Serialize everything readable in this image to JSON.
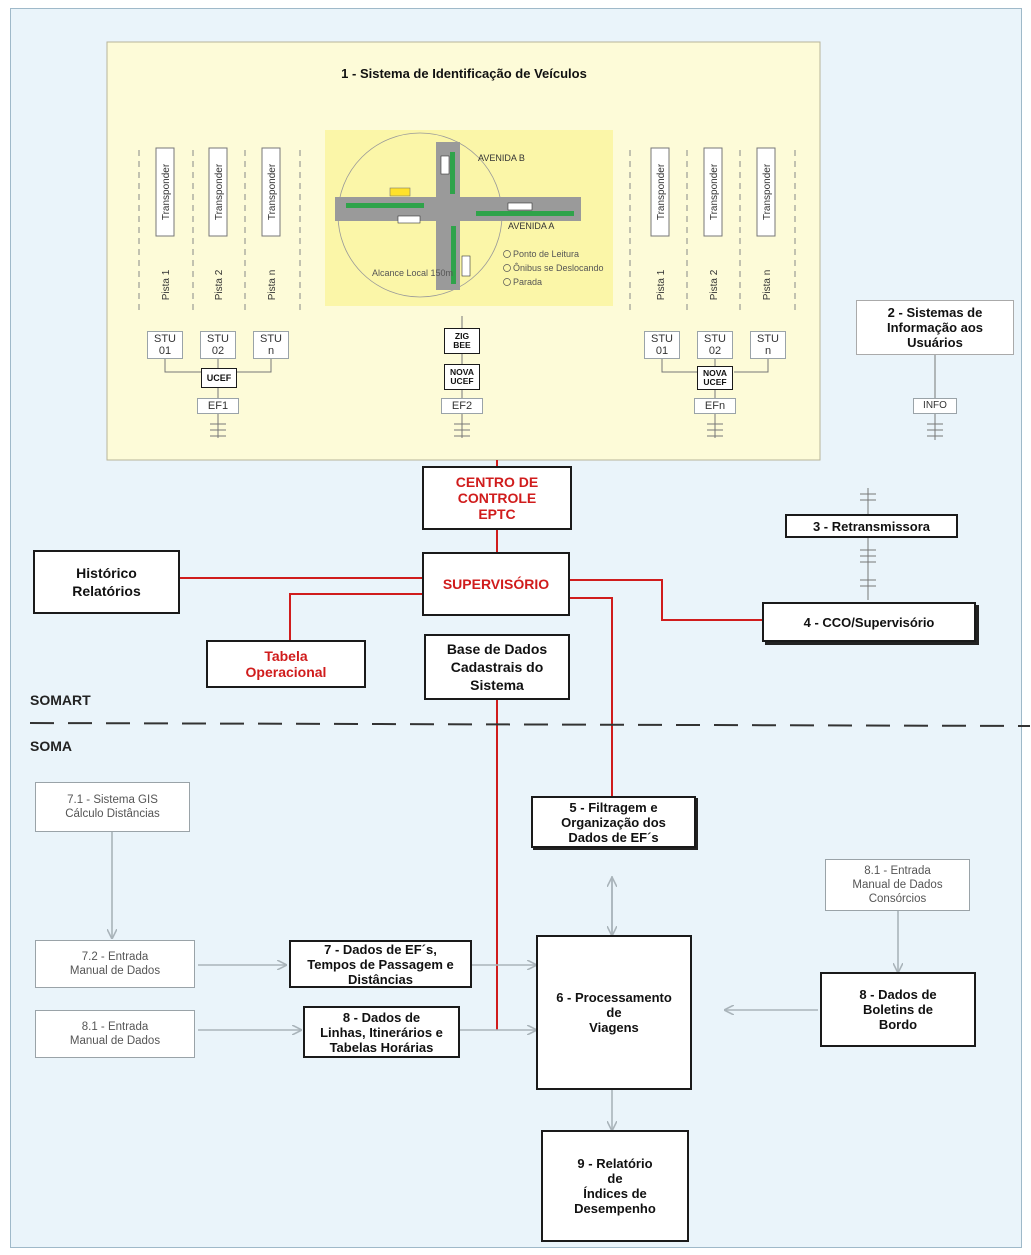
{
  "sections": {
    "upper": "SOMART",
    "lower": "SOMA"
  },
  "module1": {
    "title": "1 - Sistema de Identificação de Veículos",
    "transponder": "Transponder",
    "lanes": [
      "Pista 1",
      "Pista 2",
      "Pista n"
    ],
    "stus": [
      "STU\n01",
      "STU\n02",
      "STU\nn"
    ],
    "ucef": "UCEF",
    "zigbee": "ZIG\nBEE",
    "nova_ucef": "NOVA\nUCEF",
    "ef_labels": [
      "EF1",
      "EF2",
      "EFn"
    ],
    "map": {
      "avenue_b": "AVENIDA  B",
      "avenue_a": "AVENIDA  A",
      "legend": [
        "Ponto de Leitura",
        "Ônibus se Deslocando",
        "Parada"
      ],
      "range": "Alcance Local 150m"
    }
  },
  "info_system": {
    "title": "2 - Sistemas de\nInformação aos\nUsuários",
    "tag": "INFO"
  },
  "control_center": "CENTRO DE\nCONTROLE\nEPTC",
  "retransmitter": "3 - Retransmissora",
  "supervisory": "SUPERVISÓRIO",
  "history": "Histórico\nRelatórios",
  "cco": "4 - CCO/Supervisório",
  "operational_table": "Tabela\nOperacional",
  "database": "Base de Dados\nCadastrais do\nSistema",
  "soma": {
    "gis": "7.1 - Sistema GIS\nCálculo Distâncias",
    "manual_72": "7.2 - Entrada\nManual de Dados",
    "manual_81_left": "8.1 - Entrada\nManual de Dados",
    "manual_81_right": "8.1 - Entrada\nManual de Dados\nConsórcios",
    "filter": "5 - Filtragem e\nOrganização dos\nDados de EF´s",
    "ef_data": "7 - Dados de EF´s,\nTempos de Passagem e\nDistâncias",
    "lines_data": "8 - Dados de\nLinhas, Itinerários e\nTabelas Horárias",
    "processing": "6 - Processamento\nde\nViagens",
    "bulletins": "8 - Dados de\nBoletins de\nBordo",
    "report": "9 - Relatório\nde\nÍndices de\nDesempenho"
  },
  "colors": {
    "red_line": "#d01c1c",
    "gray_arrow": "#a9b4ba",
    "module_bg": "#fdfbd8"
  }
}
